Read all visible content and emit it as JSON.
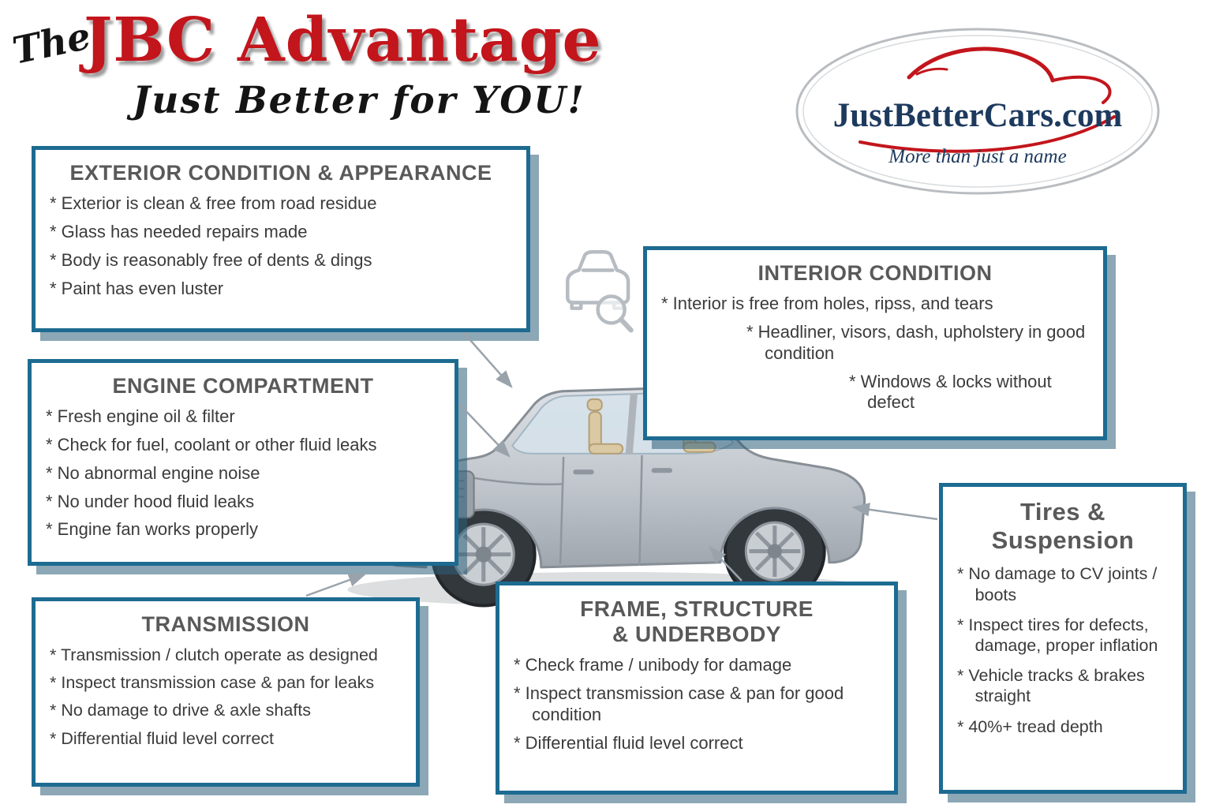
{
  "header": {
    "the": "The",
    "title": "JBC Advantage",
    "tagline": "Just Better for YOU!"
  },
  "logo": {
    "brand": "JustBetterCars.com",
    "tagline": "More than just a name",
    "colors": {
      "navy": "#1d3a5e",
      "red": "#c3151c"
    }
  },
  "colors": {
    "box_border": "#1d6b91",
    "box_shadow": "#2d5f78",
    "title_red": "#c3151c",
    "heading_gray": "#595959",
    "body_text": "#3b3b3b",
    "arrow_gray": "#9aa3ab"
  },
  "icons": {
    "inspection": "car-with-magnifier-icon",
    "logo_art": "car-swoosh-icon"
  },
  "boxes": {
    "exterior": {
      "title": "EXTERIOR CONDITION & APPEARANCE",
      "items": [
        "* Exterior is clean & free from road residue",
        "* Glass has needed repairs made",
        "* Body is reasonably free of dents & dings",
        "* Paint has even luster"
      ]
    },
    "engine": {
      "title": "ENGINE COMPARTMENT",
      "items": [
        "* Fresh engine oil & filter",
        "* Check for fuel, coolant or other fluid leaks",
        "* No abnormal engine noise",
        "* No under hood fluid leaks",
        "* Engine fan works properly"
      ]
    },
    "transmission": {
      "title": "TRANSMISSION",
      "items": [
        "* Transmission / clutch operate as designed",
        "* Inspect transmission case & pan for leaks",
        "* No damage to drive & axle shafts",
        "* Differential fluid level correct"
      ]
    },
    "interior": {
      "title": "INTERIOR CONDITION",
      "items": [
        "* Interior is free from holes, ripss, and tears",
        "* Headliner, visors, dash, upholstery in good condition",
        "* Windows & locks without defect"
      ]
    },
    "frame": {
      "title": "FRAME, STRUCTURE\n& UNDERBODY",
      "items": [
        "* Check frame / unibody for damage",
        "* Inspect transmission case & pan for good condition",
        "* Differential fluid level correct"
      ]
    },
    "tires": {
      "title": "Tires &\nSuspension",
      "items": [
        "* No damage to CV joints / boots",
        "* Inspect tires for defects, damage, proper inflation",
        "* Vehicle tracks & brakes straight",
        "* 40%+ tread depth"
      ]
    }
  }
}
